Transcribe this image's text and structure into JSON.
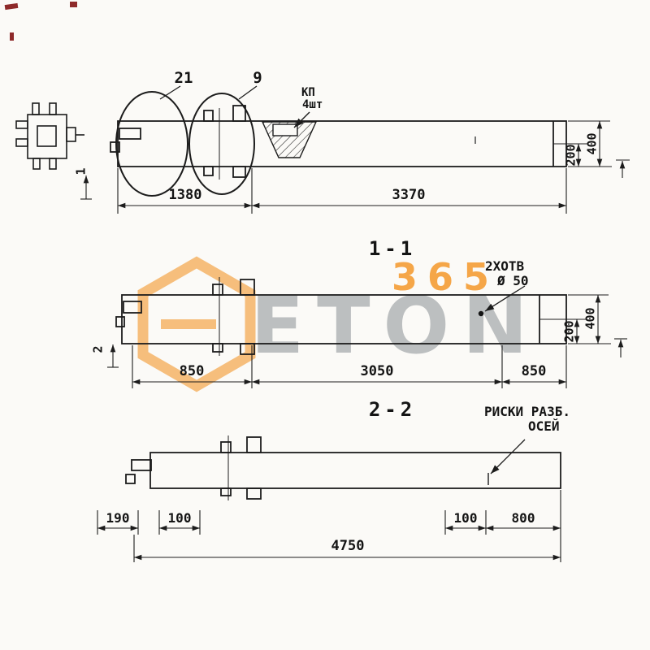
{
  "watermark": {
    "brand": "ETON",
    "number": "365"
  },
  "section_titles": {
    "first": "1-1",
    "second": "2-2"
  },
  "view1": {
    "balloon_left": "21",
    "balloon_right": "9",
    "note_line1": "КП",
    "note_line2": "4шт",
    "dim_segment1": "1380",
    "dim_segment2": "3370",
    "dim_height_part": "200",
    "dim_height_full": "400",
    "section_mark": "1"
  },
  "view2": {
    "callout_line1": "2ХОТВ",
    "callout_line2": "Ø 50",
    "dim_segment1": "850",
    "dim_segment2": "3050",
    "dim_segment3": "850",
    "dim_height_part": "200",
    "dim_height_full": "400",
    "section_mark": "2"
  },
  "view3": {
    "note_line1": "РИСКИ РАЗБ.",
    "note_line2": "ОСЕЙ",
    "dim_segment1": "190",
    "dim_segment2": "100",
    "dim_segment3": "100",
    "dim_segment4": "800",
    "dim_overall": "4750"
  }
}
